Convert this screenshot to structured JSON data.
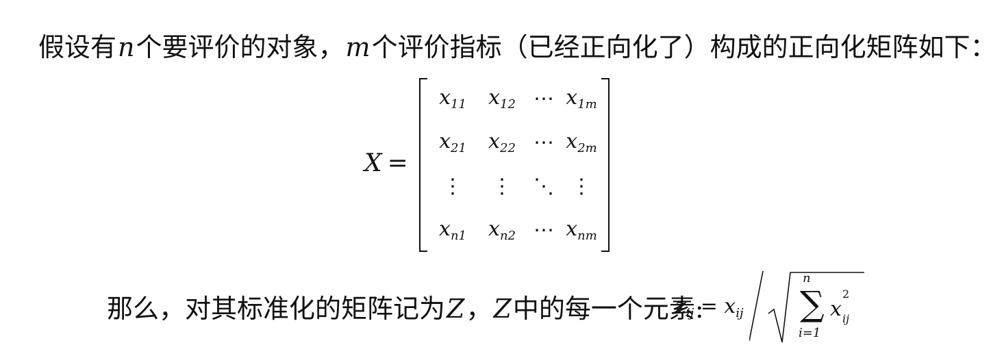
{
  "intro": {
    "part1": "假设有",
    "var_n": "n",
    "part2": "个要评价的对象，",
    "var_m": "m",
    "part3": "个评价指标（已经正向化了）构成的正向化矩阵如下："
  },
  "matrix": {
    "lhs_var": "X",
    "eq": "=",
    "rows": [
      [
        {
          "b": "x",
          "s": "11"
        },
        {
          "b": "x",
          "s": "12"
        },
        {
          "sym": "⋯"
        },
        {
          "b": "x",
          "s": "1m"
        }
      ],
      [
        {
          "b": "x",
          "s": "21"
        },
        {
          "b": "x",
          "s": "22"
        },
        {
          "sym": "⋯"
        },
        {
          "b": "x",
          "s": "2m"
        }
      ],
      [
        {
          "sym": "⋮"
        },
        {
          "sym": "⋮"
        },
        {
          "sym": "⋱"
        },
        {
          "sym": "⋮"
        }
      ],
      [
        {
          "b": "x",
          "s": "n1"
        },
        {
          "b": "x",
          "s": "n2"
        },
        {
          "sym": "⋯"
        },
        {
          "b": "x",
          "s": "nm"
        }
      ]
    ]
  },
  "conclusion": {
    "part1": "那么，对其标准化的矩阵记为",
    "var_z1": "Z",
    "part2": "，",
    "var_z2": "Z",
    "part3": "中的每一个元素:"
  },
  "formula": {
    "lhs": "z",
    "lhs_sub": "ij",
    "eq": " = ",
    "num": "x",
    "num_sub": "ij",
    "sum_symbol": "∑",
    "sum_upper": "n",
    "sum_lower": "i=1",
    "term": "x",
    "term_sup": "2",
    "term_sub": "ij"
  }
}
